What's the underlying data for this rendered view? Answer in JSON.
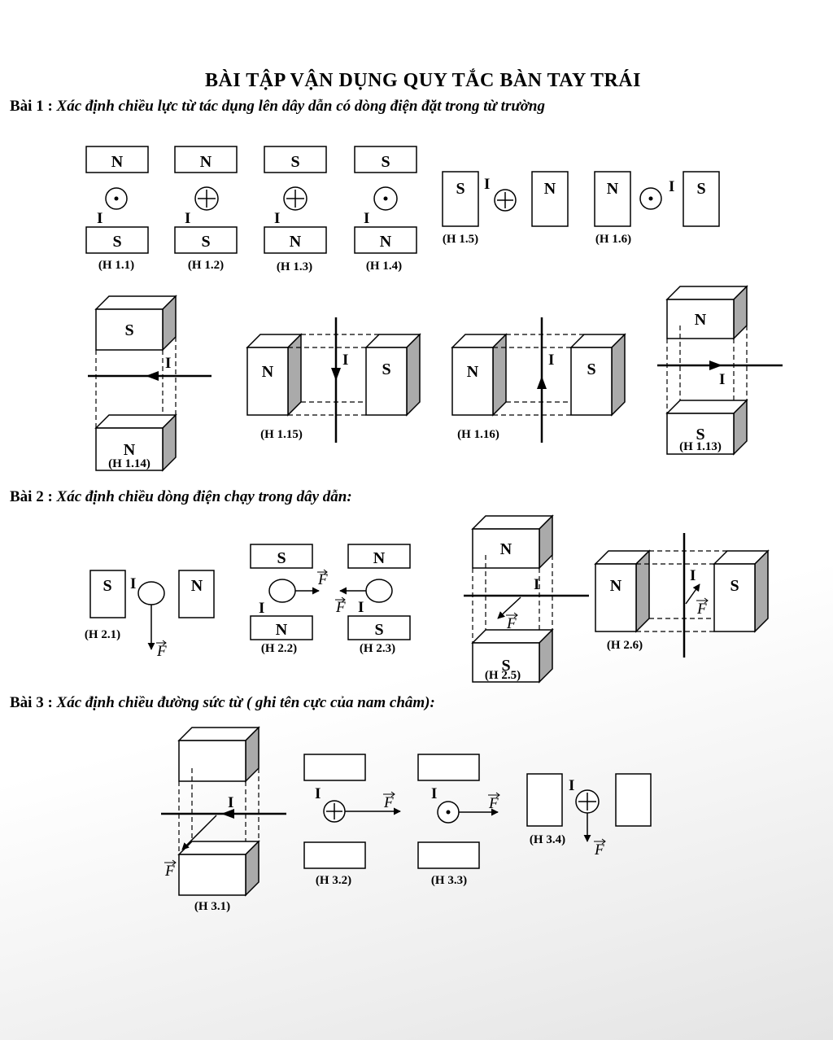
{
  "title": "BÀI TẬP VẬN DỤNG QUY TẮC BÀN TAY TRÁI",
  "sections": [
    {
      "label": "Bài 1 :",
      "prompt": "Xác định chiều lực từ tác dụng lên dây dẫn có dòng điện đặt trong từ trường"
    },
    {
      "label": "Bài 2 :",
      "prompt": "Xác định chiều dòng điện chạy trong dây dẫn:"
    },
    {
      "label": "Bài 3 :",
      "prompt": "Xác định chiều đường sức từ ( ghi tên cực của nam châm):"
    }
  ],
  "figures": {
    "h1_1": {
      "caption": "(H 1.1)",
      "top_pole": "N",
      "bottom_pole": "S",
      "current_symbol": "dot"
    },
    "h1_2": {
      "caption": "(H 1.2)",
      "top_pole": "N",
      "bottom_pole": "S",
      "current_symbol": "cross"
    },
    "h1_3": {
      "caption": "(H 1.3)",
      "top_pole": "S",
      "bottom_pole": "N",
      "current_symbol": "cross"
    },
    "h1_4": {
      "caption": "(H 1.4)",
      "top_pole": "S",
      "bottom_pole": "N",
      "current_symbol": "dot"
    },
    "h1_5": {
      "caption": "(H 1.5)",
      "left_pole": "S",
      "right_pole": "N",
      "current_symbol": "cross"
    },
    "h1_6": {
      "caption": "(H 1.6)",
      "left_pole": "N",
      "right_pole": "S",
      "current_symbol": "dot"
    },
    "h1_14": {
      "caption": "(H 1.14)",
      "top_pole": "S",
      "bottom_pole": "N"
    },
    "h1_15": {
      "caption": "(H 1.15)",
      "left_pole": "N",
      "right_pole": "S"
    },
    "h1_16": {
      "caption": "(H 1.16)",
      "left_pole": "N",
      "right_pole": "S"
    },
    "h1_13": {
      "caption": "(H 1.13)",
      "top_pole": "N",
      "bottom_pole": "S"
    },
    "h2_1": {
      "caption": "(H 2.1)",
      "left_pole": "S",
      "right_pole": "N"
    },
    "h2_2": {
      "caption": "(H 2.2)",
      "top_pole": "S",
      "bottom_pole": "N"
    },
    "h2_3": {
      "caption": "(H 2.3)",
      "top_pole": "N",
      "bottom_pole": "S"
    },
    "h2_5": {
      "caption": "(H 2.5)",
      "top_pole": "N",
      "bottom_pole": "S"
    },
    "h2_6": {
      "caption": "(H 2.6)",
      "left_pole": "N",
      "right_pole": "S"
    },
    "h3_1": {
      "caption": "(H 3.1)"
    },
    "h3_2": {
      "caption": "(H 3.2)",
      "current_symbol": "cross"
    },
    "h3_3": {
      "caption": "(H 3.3)",
      "current_symbol": "dot"
    },
    "h3_4": {
      "caption": "(H 3.4)",
      "current_symbol": "cross"
    }
  },
  "symbols": {
    "current": "I",
    "force": "F"
  }
}
